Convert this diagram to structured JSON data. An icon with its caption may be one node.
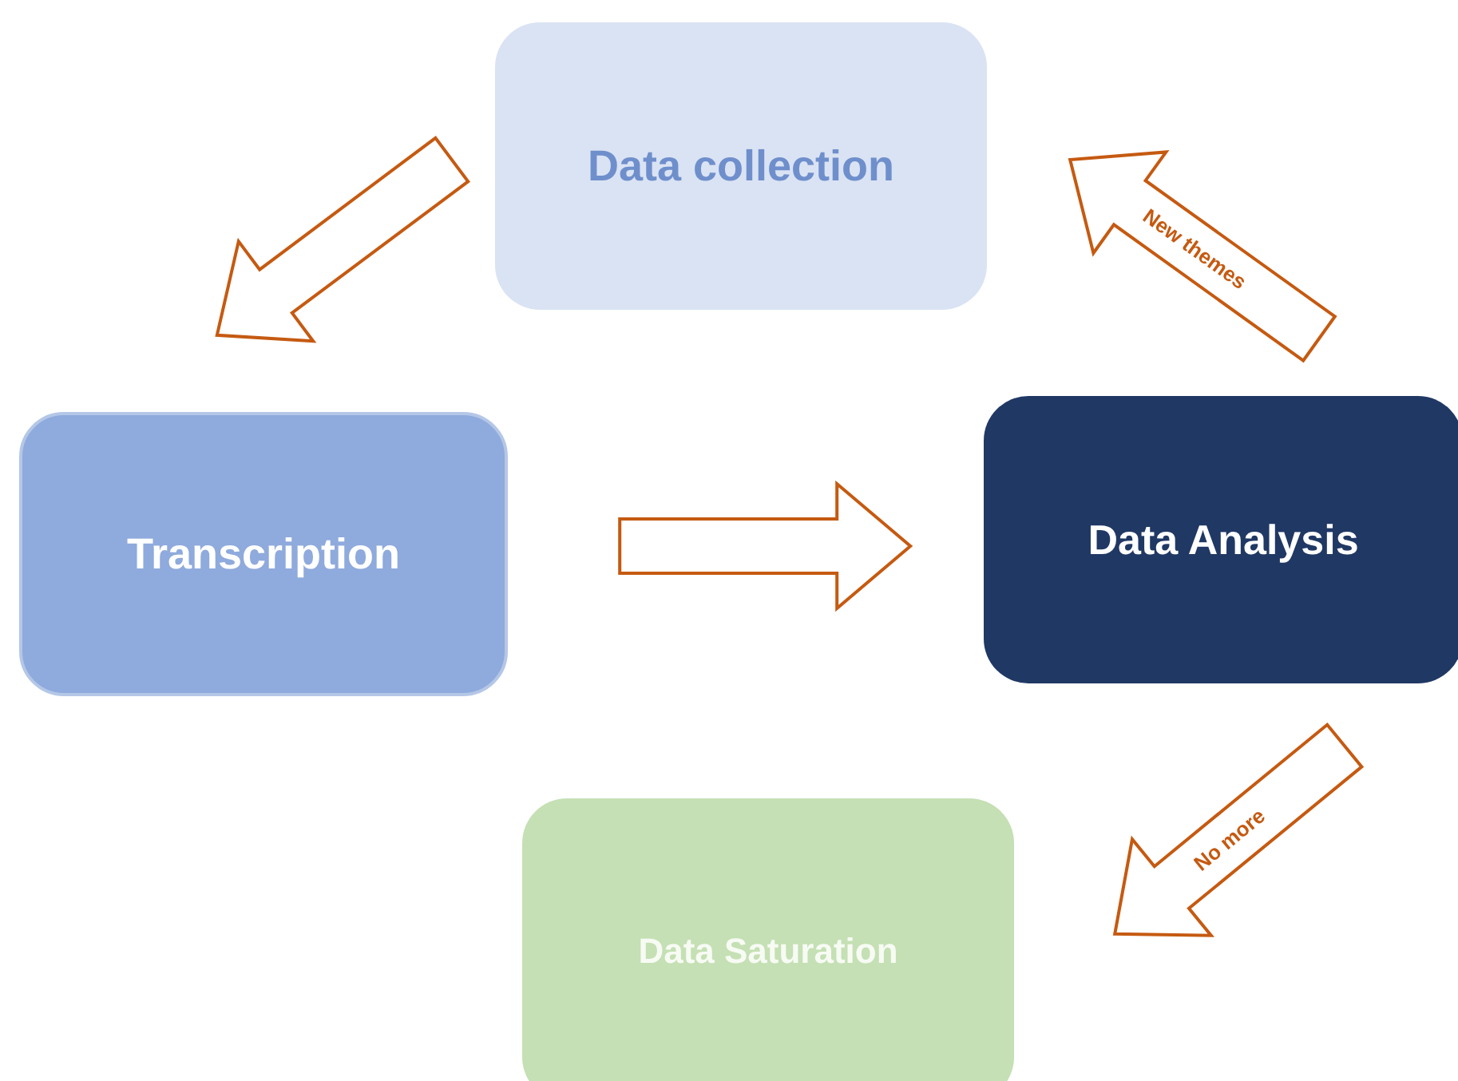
{
  "diagram": {
    "nodes": [
      {
        "text": [
          "Data collection"
        ]
      },
      {
        "text": [
          "Transcription"
        ]
      },
      {
        "text": [
          "Data Analysis"
        ]
      },
      {
        "text": [
          "Data Saturation"
        ]
      }
    ],
    "edges": [
      {
        "from": 0,
        "to": 1,
        "arrow": "to"
      },
      {
        "from": 1,
        "to": 2,
        "arrow": "to"
      },
      {
        "from": 2,
        "to": 0,
        "arrow": "to",
        "label": "New themes"
      },
      {
        "from": 2,
        "to": 3,
        "arrow": "to",
        "label": "No more"
      }
    ]
  }
}
